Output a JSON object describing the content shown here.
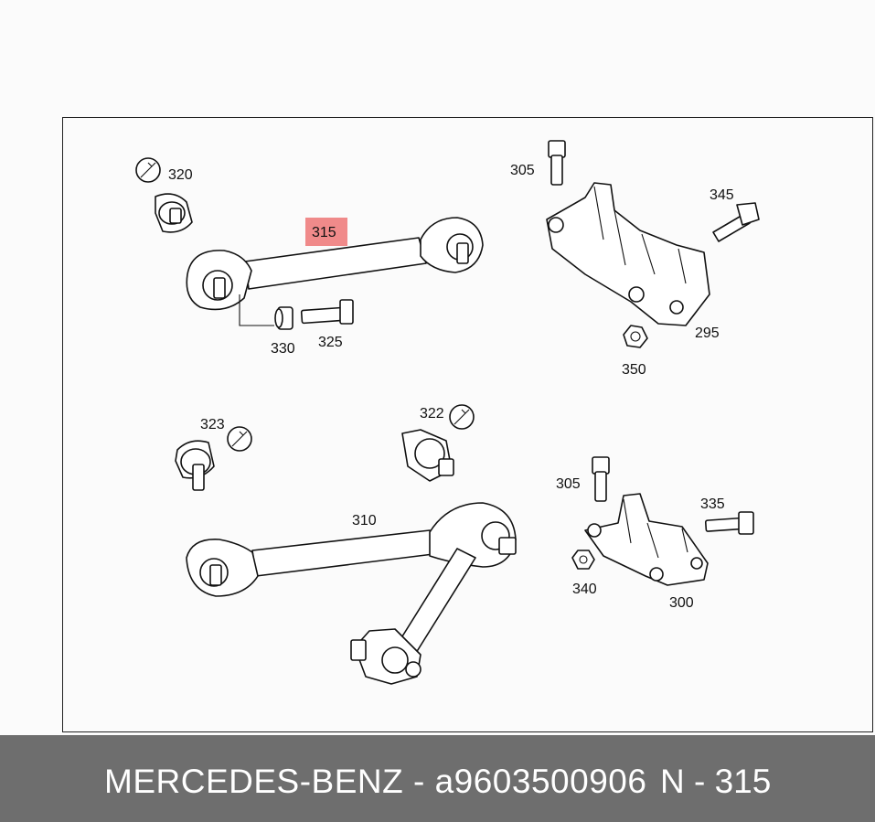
{
  "labels": {
    "p320": "320",
    "p315": "315",
    "p330": "330",
    "p325": "325",
    "p305a": "305",
    "p345": "345",
    "p295": "295",
    "p350": "350",
    "p323": "323",
    "p322": "322",
    "p310": "310",
    "p305b": "305",
    "p335": "335",
    "p340": "340",
    "p300": "300"
  },
  "highlight_color": "#f08a8a",
  "footer": {
    "brand_part": "MERCEDES-BENZ - a9603500906",
    "ref": "N - 315",
    "background": "#6e6e6e"
  }
}
